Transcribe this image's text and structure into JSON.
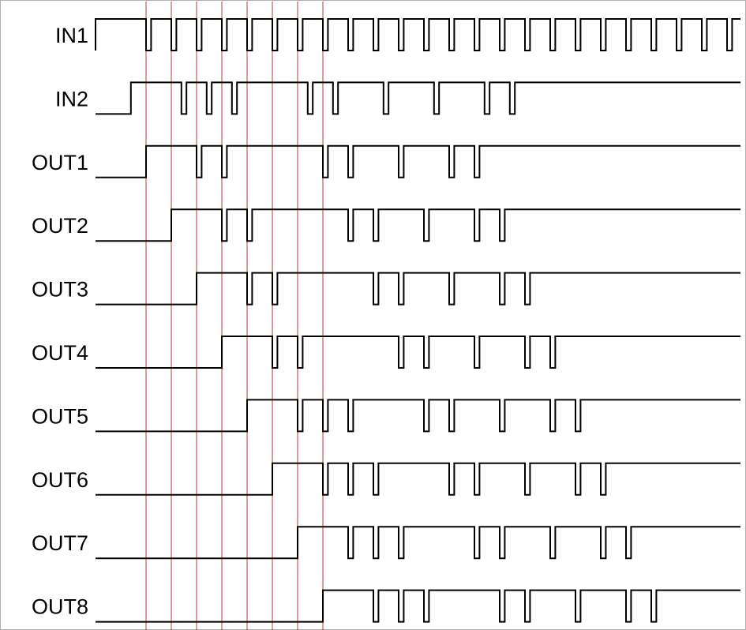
{
  "colors": {
    "background": "#ffffff",
    "border": "#b0b0b0",
    "waveform": "#000000",
    "clock_markers": "#c0392b"
  },
  "signals": [
    {
      "name": "IN1",
      "transitions": [
        0,
        10,
        11,
        15,
        16,
        20,
        21,
        25,
        26,
        30,
        31,
        35,
        36,
        40,
        41,
        45,
        46,
        50,
        51,
        55,
        56,
        60,
        61,
        65,
        66,
        70,
        71,
        75,
        76,
        80,
        81,
        85,
        86,
        90,
        91,
        95,
        96,
        100,
        101,
        105,
        106,
        110,
        111,
        115,
        116,
        120,
        121,
        125,
        126
      ]
    },
    {
      "name": "IN2",
      "transitions": [
        7,
        17,
        18,
        22,
        23,
        27,
        28,
        42,
        43,
        47,
        48,
        57,
        58,
        67,
        68,
        77,
        78,
        82,
        83
      ]
    },
    {
      "name": "OUT1",
      "transitions": [
        10,
        20,
        21,
        25,
        26,
        45,
        46,
        50,
        51,
        60,
        61,
        70,
        71,
        75,
        76
      ]
    },
    {
      "name": "OUT2",
      "transitions": [
        15,
        25,
        26,
        30,
        31,
        50,
        51,
        55,
        56,
        65,
        66,
        75,
        76,
        80,
        81
      ]
    },
    {
      "name": "OUT3",
      "transitions": [
        20,
        30,
        31,
        35,
        36,
        55,
        56,
        60,
        61,
        70,
        71,
        80,
        81,
        85,
        86
      ]
    },
    {
      "name": "OUT4",
      "transitions": [
        25,
        35,
        36,
        40,
        41,
        60,
        61,
        65,
        66,
        75,
        76,
        85,
        86,
        90,
        91
      ]
    },
    {
      "name": "OUT5",
      "transitions": [
        30,
        40,
        41,
        45,
        46,
        50,
        51,
        65,
        66,
        70,
        71,
        80,
        81,
        90,
        91,
        95,
        96
      ]
    },
    {
      "name": "OUT6",
      "transitions": [
        35,
        45,
        46,
        50,
        51,
        55,
        56,
        70,
        71,
        75,
        76,
        85,
        86,
        95,
        96,
        100,
        101
      ]
    },
    {
      "name": "OUT7",
      "transitions": [
        40,
        50,
        51,
        55,
        56,
        60,
        61,
        75,
        76,
        80,
        81,
        90,
        91,
        100,
        101,
        105,
        106
      ]
    },
    {
      "name": "OUT8",
      "transitions": [
        45,
        55,
        56,
        60,
        61,
        65,
        66,
        80,
        81,
        85,
        86,
        95,
        96,
        105,
        106,
        110,
        111
      ]
    }
  ],
  "markers": [
    10,
    15,
    20,
    25,
    30,
    35,
    40,
    45
  ]
}
